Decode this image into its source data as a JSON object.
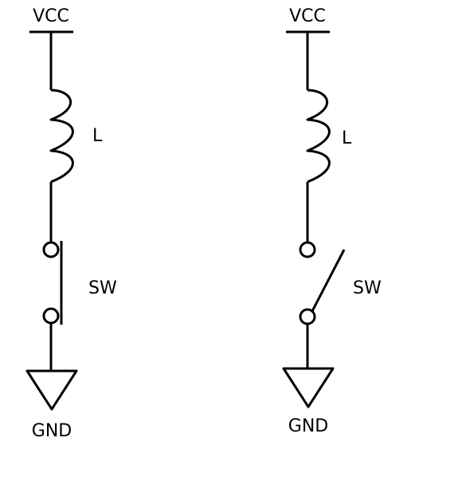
{
  "left_circuit": {
    "vcc_label": "VCC",
    "inductor_label": "L",
    "switch_label": "SW",
    "gnd_label": "GND",
    "switch_state": "closed"
  },
  "right_circuit": {
    "vcc_label": "VCC",
    "inductor_label": "L",
    "switch_label": "SW",
    "gnd_label": "GND",
    "switch_state": "open"
  },
  "colors": {
    "line": "#000000",
    "background": "#ffffff"
  }
}
